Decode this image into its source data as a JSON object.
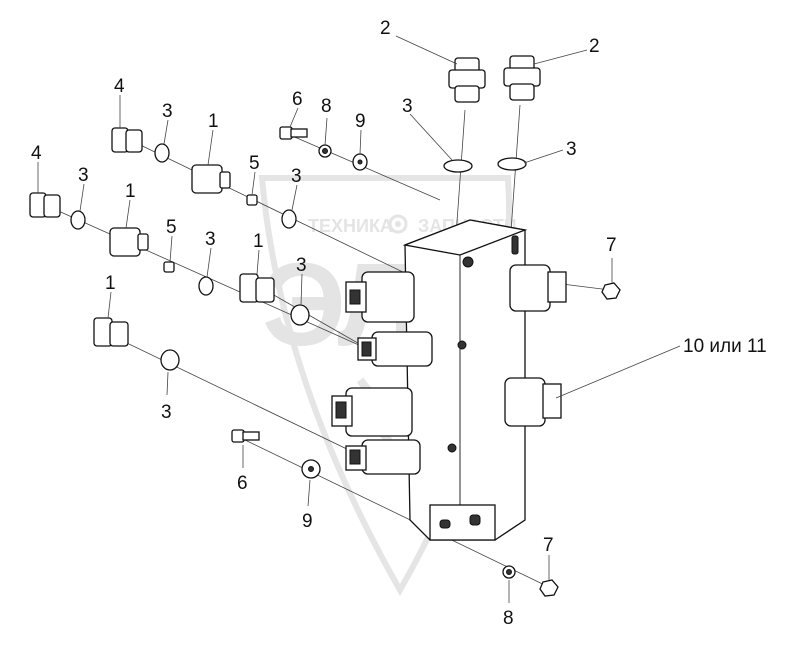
{
  "watermark": {
    "brand_left": "ТЕХНИКА",
    "brand_right": "ЗАПЧАСТИ",
    "gear_icon": "gear-icon",
    "big_text": "ЭЛФ"
  },
  "callouts": {
    "c2a": "2",
    "c2b": "2",
    "c3_top_right_left": "3",
    "c3_top_right_right": "3",
    "c4a": "4",
    "c4b": "4",
    "c3a": "3",
    "c3b": "3",
    "c3c": "3",
    "c3d": "3",
    "c3e": "3",
    "c3f": "3",
    "c1a": "1",
    "c1b": "1",
    "c1c": "1",
    "c1d": "1",
    "c5a": "5",
    "c5b": "5",
    "c6a": "6",
    "c6b": "6",
    "c8a": "8",
    "c8b": "8",
    "c9a": "9",
    "c9b": "9",
    "c7a": "7",
    "c7b": "7",
    "c10": "10 или 11"
  }
}
